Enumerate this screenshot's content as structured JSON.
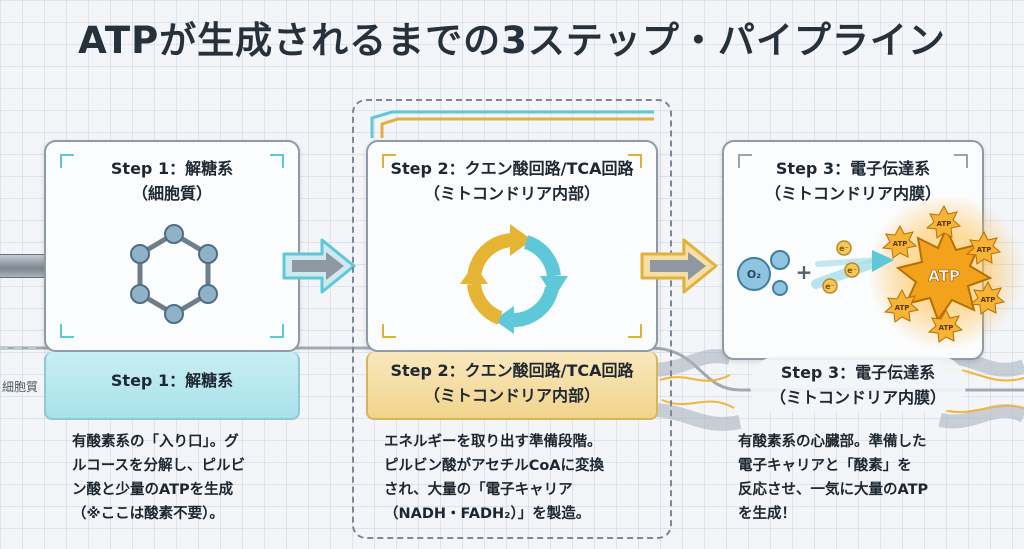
{
  "title": "ATPが生成されるまでの3ステップ・パイプライン",
  "side_label": "細胞質",
  "steps": [
    {
      "head": [
        "Step 1：解糖系",
        "（細胞質）"
      ],
      "panel": [
        "Step 1：解糖系"
      ],
      "desc": [
        "有酸素系の「入り口」。グ",
        "ルコースを分解し、ピルビ",
        "ン酸と少量のATPを生成",
        "（※ここは酸素不要）。"
      ],
      "icon": "hexagon-molecule-icon"
    },
    {
      "head": [
        "Step 2：クエン酸回路/TCA回路",
        "（ミトコンドリア内部）"
      ],
      "panel": [
        "Step 2：クエン酸回路/TCA回路",
        "（ミトコンドリア内部）"
      ],
      "desc": [
        "エネルギーを取り出す準備段階。",
        "ピルビン酸がアセチルCoAに変換",
        "され、大量の「電子キャリア",
        "（NADH・FADH₂）」を製造。"
      ],
      "icon": "cycle-arrows-icon"
    },
    {
      "head": [
        "Step 3：電子伝達系",
        "（ミトコンドリア内膜）"
      ],
      "panel": [
        "Step 3：電子伝達系",
        "（ミトコンドリア内膜）"
      ],
      "desc": [
        "有酸素系の心臓部。準備した",
        "電子キャリアと「酸素」を",
        "反応させ、一気に大量のATP",
        "を生成！"
      ],
      "icon": "atp-burst-icon"
    }
  ],
  "step3_icon": {
    "o2_label": "O₂",
    "plus": "+",
    "electron_label": "e⁻",
    "atp_big": "ATP",
    "atp_small": "ATP"
  },
  "colors": {
    "cyan_accent": "#5ec8d8",
    "gold_accent": "#e2b13c",
    "pipe_gray": "#9aa4ae",
    "atp_orange": "#f2a21b"
  }
}
